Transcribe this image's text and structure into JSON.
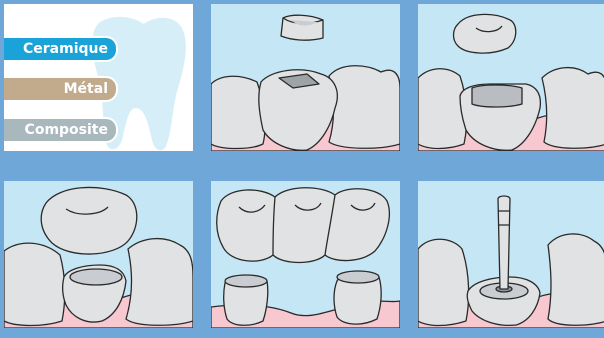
{
  "legend": {
    "items": [
      {
        "label": "Ceramique",
        "color": "#1aa3d8"
      },
      {
        "label": "Métal",
        "color": "#c2ab8c"
      },
      {
        "label": "Composite",
        "color": "#a9b8bd"
      }
    ]
  },
  "colors": {
    "panel_bg": "#c5e6f4",
    "frame_bg": "#6fa8d8",
    "tooth": "#e1e2e4",
    "gum": "#f7c8cf",
    "outline": "#2a2a2a"
  },
  "panels": [
    {
      "id": "legend",
      "icon": "tooth-silhouette-icon"
    },
    {
      "id": "inlay",
      "icon": "inlay-restoration-icon"
    },
    {
      "id": "onlay",
      "icon": "onlay-crown-icon"
    },
    {
      "id": "crown",
      "icon": "single-crown-icon"
    },
    {
      "id": "bridge",
      "icon": "dental-bridge-icon"
    },
    {
      "id": "post",
      "icon": "root-post-icon"
    }
  ]
}
